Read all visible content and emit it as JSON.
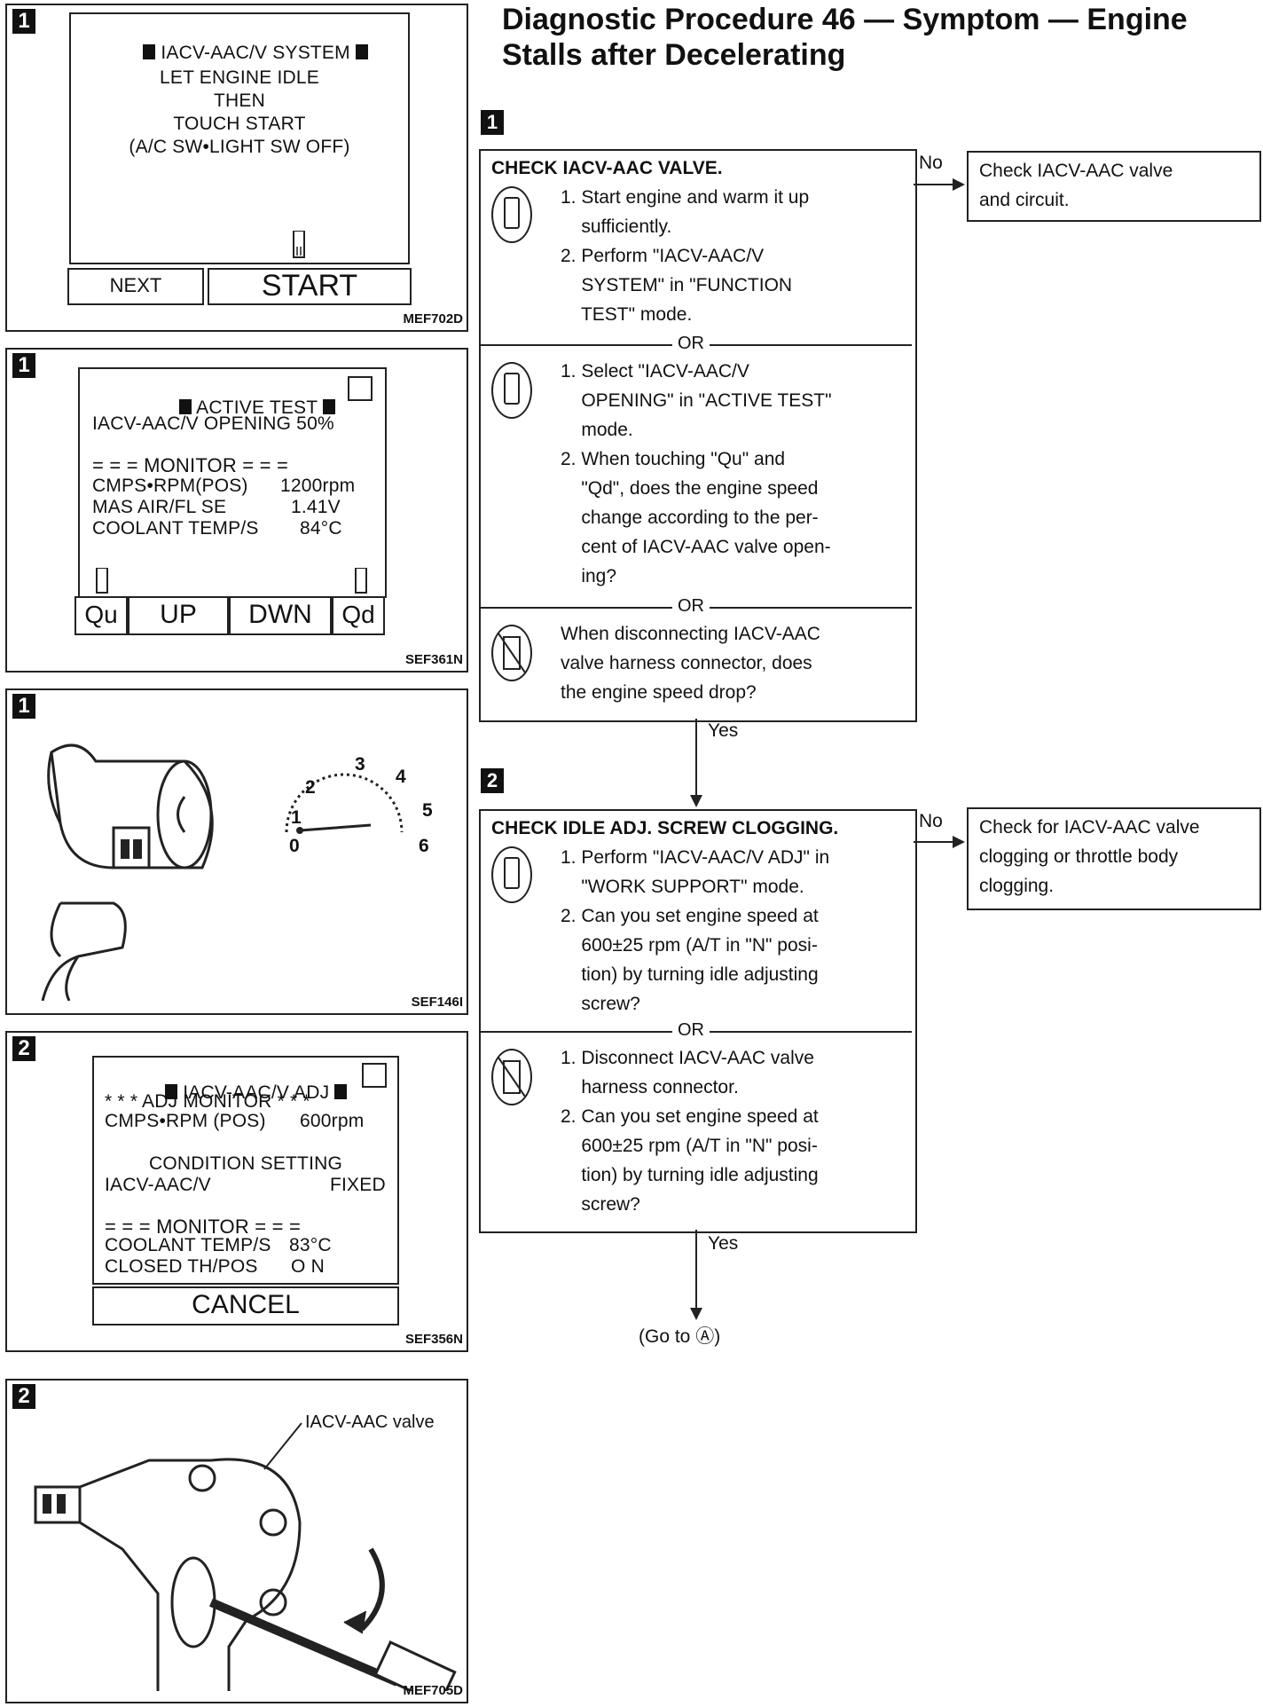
{
  "title": {
    "line1": "Diagnostic Procedure 46 — Symptom — Engine",
    "line2": "Stalls after Decelerating"
  },
  "left": {
    "panel1": {
      "badge": "1",
      "screen_title": "IACV-AAC/V SYSTEM",
      "lines": [
        "LET ENGINE IDLE",
        "THEN",
        "TOUCH START",
        "(A/C SW•LIGHT SW OFF)"
      ],
      "btn_next": "NEXT",
      "btn_start": "START",
      "code": "MEF702D"
    },
    "panel2": {
      "badge": "1",
      "screen_title": "ACTIVE TEST",
      "opening": "IACV-AAC/V OPENING 50%",
      "monitor": "= = = MONITOR = = =",
      "row1_label": "CMPS•RPM(POS)",
      "row1_value": "1200rpm",
      "row2_label": "MAS AIR/FL SE",
      "row2_value": "1.41V",
      "row3_label": "COOLANT TEMP/S",
      "row3_value": "84°C",
      "btn_qu": "Qu",
      "btn_up": "UP",
      "btn_dwn": "DWN",
      "btn_qd": "Qd",
      "code": "SEF361N"
    },
    "panel3": {
      "badge": "1",
      "gauge": [
        "0",
        "1",
        "2",
        "3",
        "4",
        "5",
        "6"
      ],
      "code": "SEF146I"
    },
    "panel4": {
      "badge": "2",
      "screen_title": "IACV-AAC/V ADJ",
      "adj_monitor": "* * * ADJ MONITOR * * *",
      "rpm_label": "CMPS•RPM (POS)",
      "rpm_value": "600rpm",
      "condition": "CONDITION SETTING",
      "cond_label": "IACV-AAC/V",
      "cond_value": "FIXED",
      "monitor": "= = = MONITOR = = =",
      "temp_label": "COOLANT TEMP/S",
      "temp_value": "83°C",
      "th_label": "CLOSED TH/POS",
      "th_value": "O N",
      "btn_cancel": "CANCEL",
      "code": "SEF356N"
    },
    "panel5": {
      "badge": "2",
      "callout": "IACV-AAC valve",
      "code": "MEF705D"
    }
  },
  "flow": {
    "step1_badge": "1",
    "step1": {
      "heading": "CHECK IACV-AAC VALVE.",
      "sec1": "1. Start engine and warm it up\n    sufficiently.\n2. Perform \"IACV-AAC/V\n    SYSTEM\" in \"FUNCTION\n    TEST\" mode.",
      "or1": "OR",
      "sec2": "1. Select \"IACV-AAC/V\n    OPENING\" in \"ACTIVE TEST\"\n    mode.\n2. When touching \"Qu\" and\n    \"Qd\", does the engine speed\n    change according to the per-\n    cent of IACV-AAC valve open-\n    ing?",
      "or2": "OR",
      "sec3": "When disconnecting IACV-AAC\nvalve harness connector, does\nthe engine speed drop?",
      "no_label": "No",
      "no_result": "Check IACV-AAC valve\nand circuit.",
      "yes_label": "Yes"
    },
    "step2_badge": "2",
    "step2": {
      "heading": "CHECK IDLE ADJ. SCREW CLOGGING.",
      "sec1": "1. Perform \"IACV-AAC/V ADJ\" in\n    \"WORK SUPPORT\" mode.\n2. Can you set engine speed at\n    600±25 rpm (A/T in \"N\" posi-\n    tion) by turning idle adjusting\n    screw?",
      "or1": "OR",
      "sec2": "1. Disconnect IACV-AAC valve\n    harness connector.\n2. Can you set engine speed at\n    600±25 rpm (A/T in \"N\" posi-\n    tion) by turning idle adjusting\n    screw?",
      "no_label": "No",
      "no_result": "Check for IACV-AAC valve\nclogging or throttle body\nclogging.",
      "yes_label": "Yes"
    },
    "goto": "(Go to Ⓐ)"
  }
}
